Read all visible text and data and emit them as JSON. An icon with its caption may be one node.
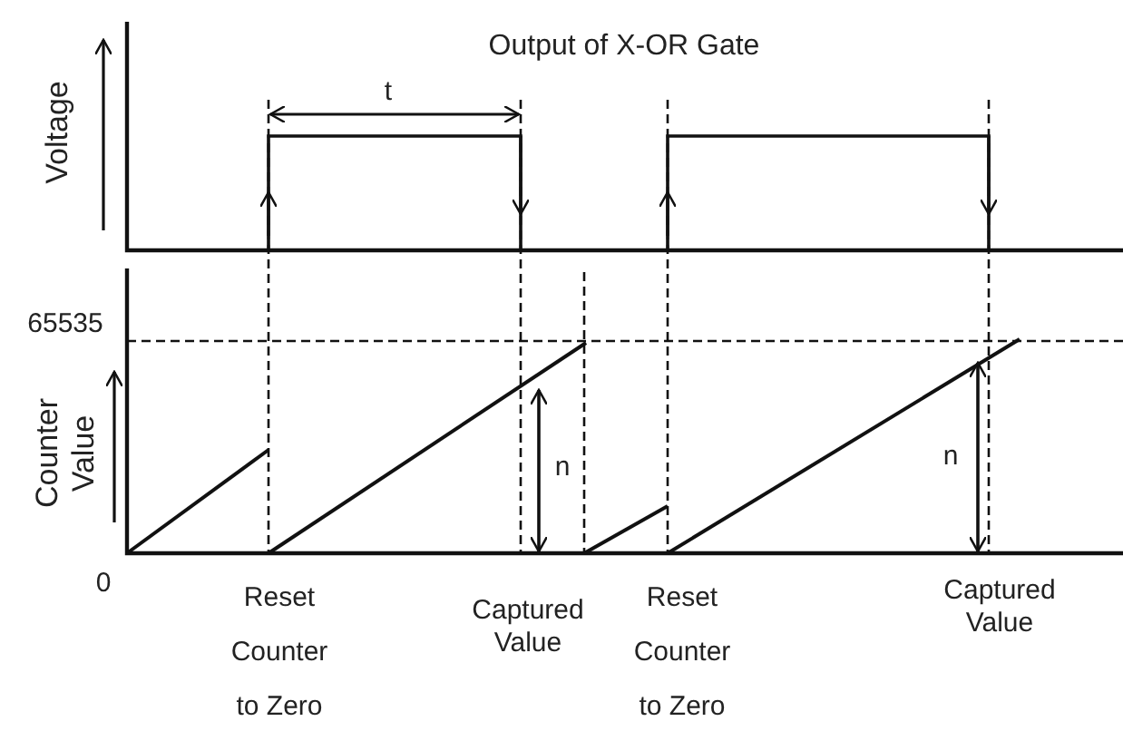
{
  "diagram": {
    "title": "Output of X-OR Gate",
    "labels": [
      "Voltage",
      "t",
      "65535",
      "Counter Value",
      "n",
      "n",
      "0",
      "Reset Counter to Zero",
      "Captured Value",
      "Reset Counter to Zero",
      "Captured Value"
    ]
  }
}
